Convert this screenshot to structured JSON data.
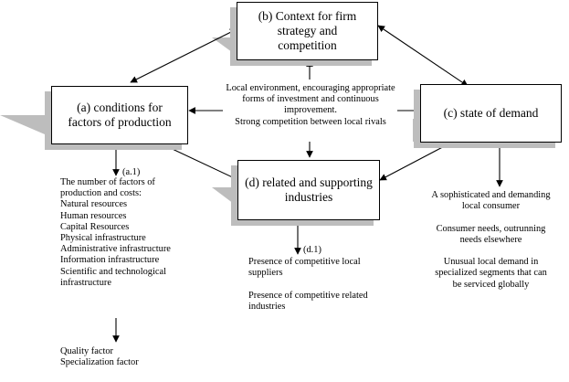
{
  "boxes": {
    "b": "(b) Context for firm strategy and competition",
    "a": "(a) conditions for factors of production",
    "c": "(c) state of demand",
    "d": "(d) related and supporting industries"
  },
  "center_text": [
    "Local environment, encouraging appropriate",
    "forms of investment and continuous",
    "improvement.",
    "Strong competition between local rivals"
  ],
  "a1": {
    "label": "(a.1)",
    "lines": [
      "The number of factors of",
      "production and costs:",
      "Natural resources",
      "Human resources",
      "Capital Resources",
      "Physical infrastructure",
      "Administrative infrastructure",
      "Information infrastructure",
      "Scientific and technological",
      "infrastructure"
    ],
    "bottom": [
      "Quality factor",
      "Specialization factor"
    ]
  },
  "d1": {
    "label": "(d.1)",
    "lines": [
      "Presence of competitive local",
      "suppliers",
      "",
      "Presence of competitive related",
      "industries"
    ]
  },
  "c_text": [
    "A sophisticated and demanding",
    "local consumer",
    "",
    "Consumer needs, outrunning",
    "needs elsewhere",
    "",
    "Unusual local demand in",
    "specialized segments that can",
    "be serviced globally"
  ]
}
